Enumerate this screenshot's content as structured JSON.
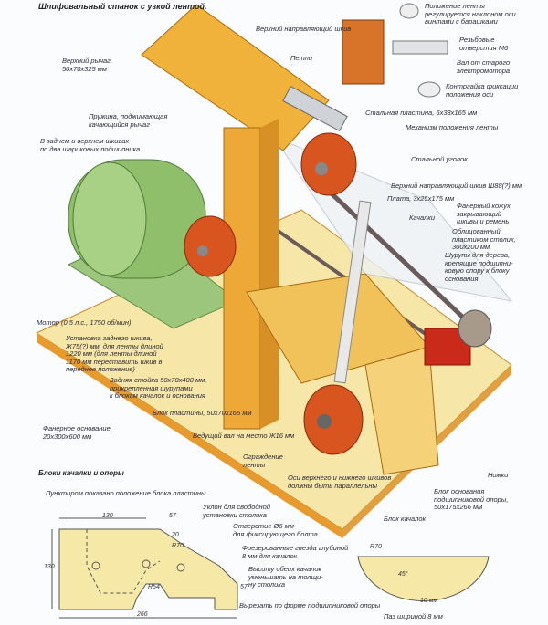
{
  "title": "Шлифовальный станок с узкой лентой.",
  "labels": {
    "upper_lever": "Верхний рычаг,\n50х70х325 мм",
    "upper_guide_pulley": "Верхний направляющий шкив",
    "hinges": "Петли",
    "belt_position": "Положение ленты\nрегулируется наклоном оси\nвинтами с барашками",
    "threaded_holes": "Резьбовые\nотверстия М6",
    "shaft": "Вал от старого\nэлектромотора",
    "locknut": "Контргайка фиксации\nположения оси",
    "steel_plate": "Стальная пластина, 6х38х165 мм",
    "belt_mechanism": "Механизм положения ленты",
    "steel_angle": "Стальной уголок",
    "spring": "Пружина, поджимающая\nкачающийся рычаг",
    "bearings": "В заднем и верхнем шкивах\nпо два шариковых подшипника",
    "upper_guide_pulley_size": "Верхний направляющий шкив Ш88(?) мм",
    "plate": "Плата, 3х25х175 мм",
    "rockers": "Качалки",
    "plywood_cover": "Фанерный кожух,\nзакрывающий\nшкивы и ремень",
    "table": "Облицованный\nпластиком столик,\n300х200 мм",
    "screws": "Шурупы для дерева,\nкрепящие подшипни-\nковую опору к блоку\nоснования",
    "motor": "Мотор (0,5 л.с., 1750 об/мин)",
    "rear_pulley": "Установка заднего шкива,\nЖ75(?) мм, для ленты длиной\n1220 мм (для ленты длиной\n1170 мм переставить шкив в\nпереднее положение)",
    "rear_post": "Задняя стойка 50х70х400 мм,\nприкрепленная шурупами\nк блокам качалок и основания",
    "plate_block": "Блок пластины, 50х70х165 мм",
    "plywood_base": "Фанерное основание,\n20х300х600 мм",
    "drive_shaft": "Ведущий вал на место Ж16 мм",
    "belt_guard": "Ограждение\nленты",
    "axes_parallel": "Оси верхнего и нижнего шкивов\nдолжны быть параллельны",
    "legs": "Ножки",
    "bearing_base_block": "Блок основания\nподшипниковой опоры,\n50х175х266 мм",
    "rocker_block": "Блок качалок"
  },
  "detail": {
    "title": "Блоки качалки и опоры",
    "dashed_note": "Пунктиром показано положение блока пластины",
    "slope": "Уклон для свободной\nустановки столика",
    "hole": "Отверстие Ø6 мм\nдля фиксирующего болта",
    "milled": "Фрезерованные гнезда глубиной\n8 мм для качалок",
    "height_note": "Высоту обеих качалок\nуменьшать на толщи-\nну столика",
    "cut": "Вырезать по форме подшипниковой опоры",
    "slot": "Паз шириной 8 мм",
    "dims": {
      "w130": "130",
      "w57": "57",
      "h130": "130",
      "h20": "20",
      "r70": "R70",
      "r54": "R54",
      "h57": "57",
      "w266": "266",
      "r70b": "R70",
      "angle": "45°",
      "mm10": "10 мм"
    }
  },
  "colors": {
    "wood": "#f0b23a",
    "pulley": "#d8551f",
    "motor": "#8fbf6a",
    "base": "#f6e6a8",
    "steel": "#cfd2d6"
  }
}
